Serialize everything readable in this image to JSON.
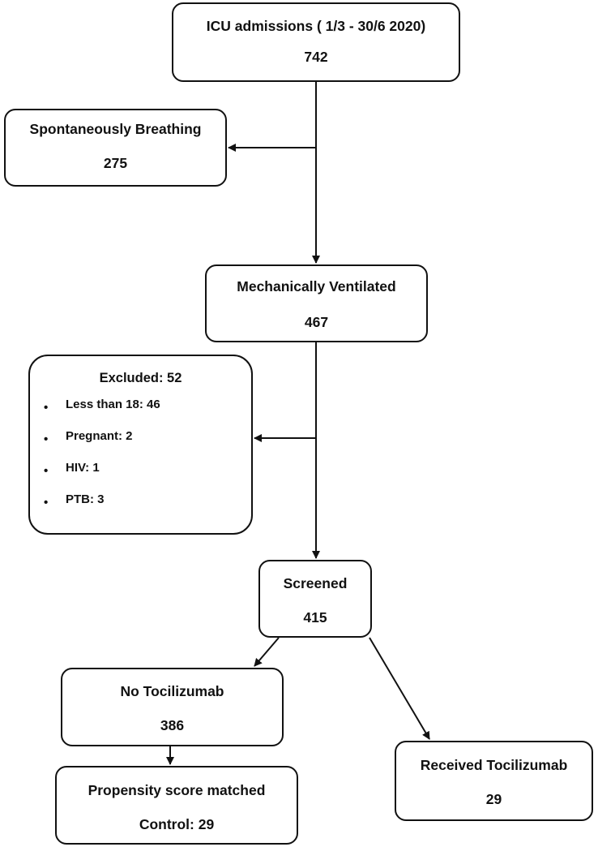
{
  "nodes": {
    "icu": {
      "title": "ICU admissions ( 1/3 - 30/6 2020)",
      "count": "742"
    },
    "spontaneous": {
      "title": "Spontaneously Breathing",
      "count": "275"
    },
    "mechanical": {
      "title": "Mechanically Ventilated",
      "count": "467"
    },
    "excluded": {
      "title": "Excluded: 52",
      "items": [
        "Less than 18: 46",
        "Pregnant: 2",
        "HIV: 1",
        "PTB: 3"
      ]
    },
    "screened": {
      "title": "Screened",
      "count": "415"
    },
    "no_toci": {
      "title": "No Tocilizumab",
      "count": "386"
    },
    "received": {
      "title": "Received Tocilizumab",
      "count": "29"
    },
    "matched": {
      "title": "Propensity score matched",
      "count": "Control: 29"
    }
  },
  "bullet_glyph": "•"
}
